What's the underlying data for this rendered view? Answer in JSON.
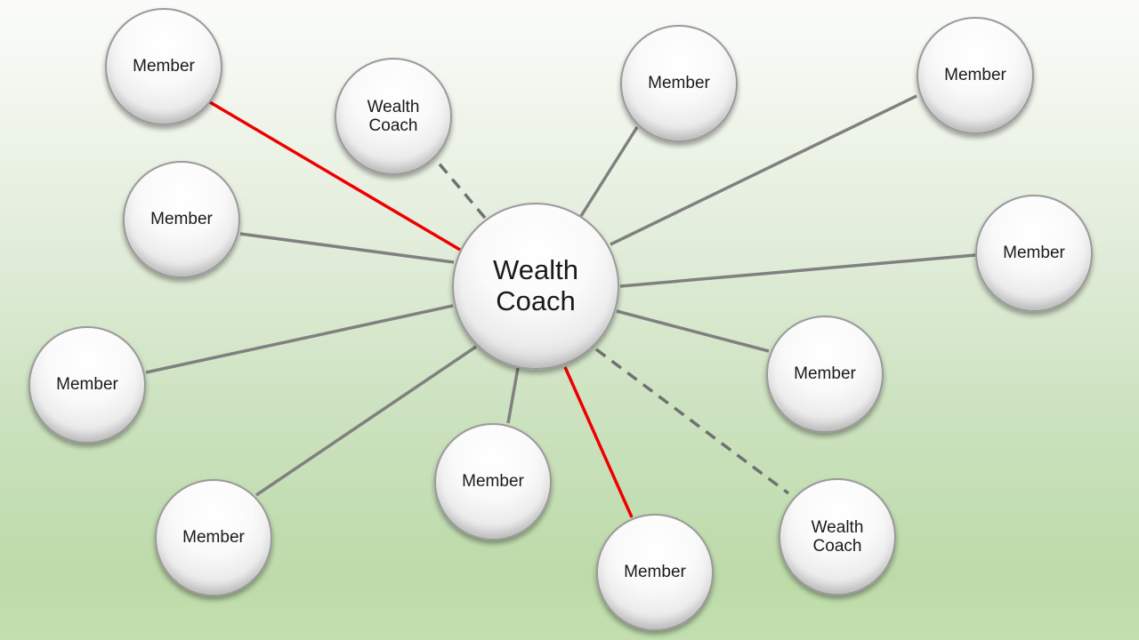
{
  "center": {
    "label": "Wealth\nCoach"
  },
  "nodes": [
    {
      "id": "m1",
      "label": "Member",
      "link": "red"
    },
    {
      "id": "wc1",
      "label": "Wealth\nCoach",
      "link": "dashed"
    },
    {
      "id": "m2",
      "label": "Member",
      "link": "solid"
    },
    {
      "id": "m3",
      "label": "Member",
      "link": "solid"
    },
    {
      "id": "m4",
      "label": "Member",
      "link": "solid"
    },
    {
      "id": "m5",
      "label": "Member",
      "link": "solid"
    },
    {
      "id": "m6",
      "label": "Member",
      "link": "solid"
    },
    {
      "id": "m7",
      "label": "Member",
      "link": "solid"
    },
    {
      "id": "m8",
      "label": "Member",
      "link": "solid"
    },
    {
      "id": "m9",
      "label": "Member",
      "link": "red"
    },
    {
      "id": "m10",
      "label": "Member",
      "link": "solid"
    },
    {
      "id": "wc2",
      "label": "Wealth\nCoach",
      "link": "dashed"
    }
  ],
  "colors": {
    "solid_link": "#808080",
    "red_link": "#ee0000",
    "dashed_link": "#707070"
  }
}
